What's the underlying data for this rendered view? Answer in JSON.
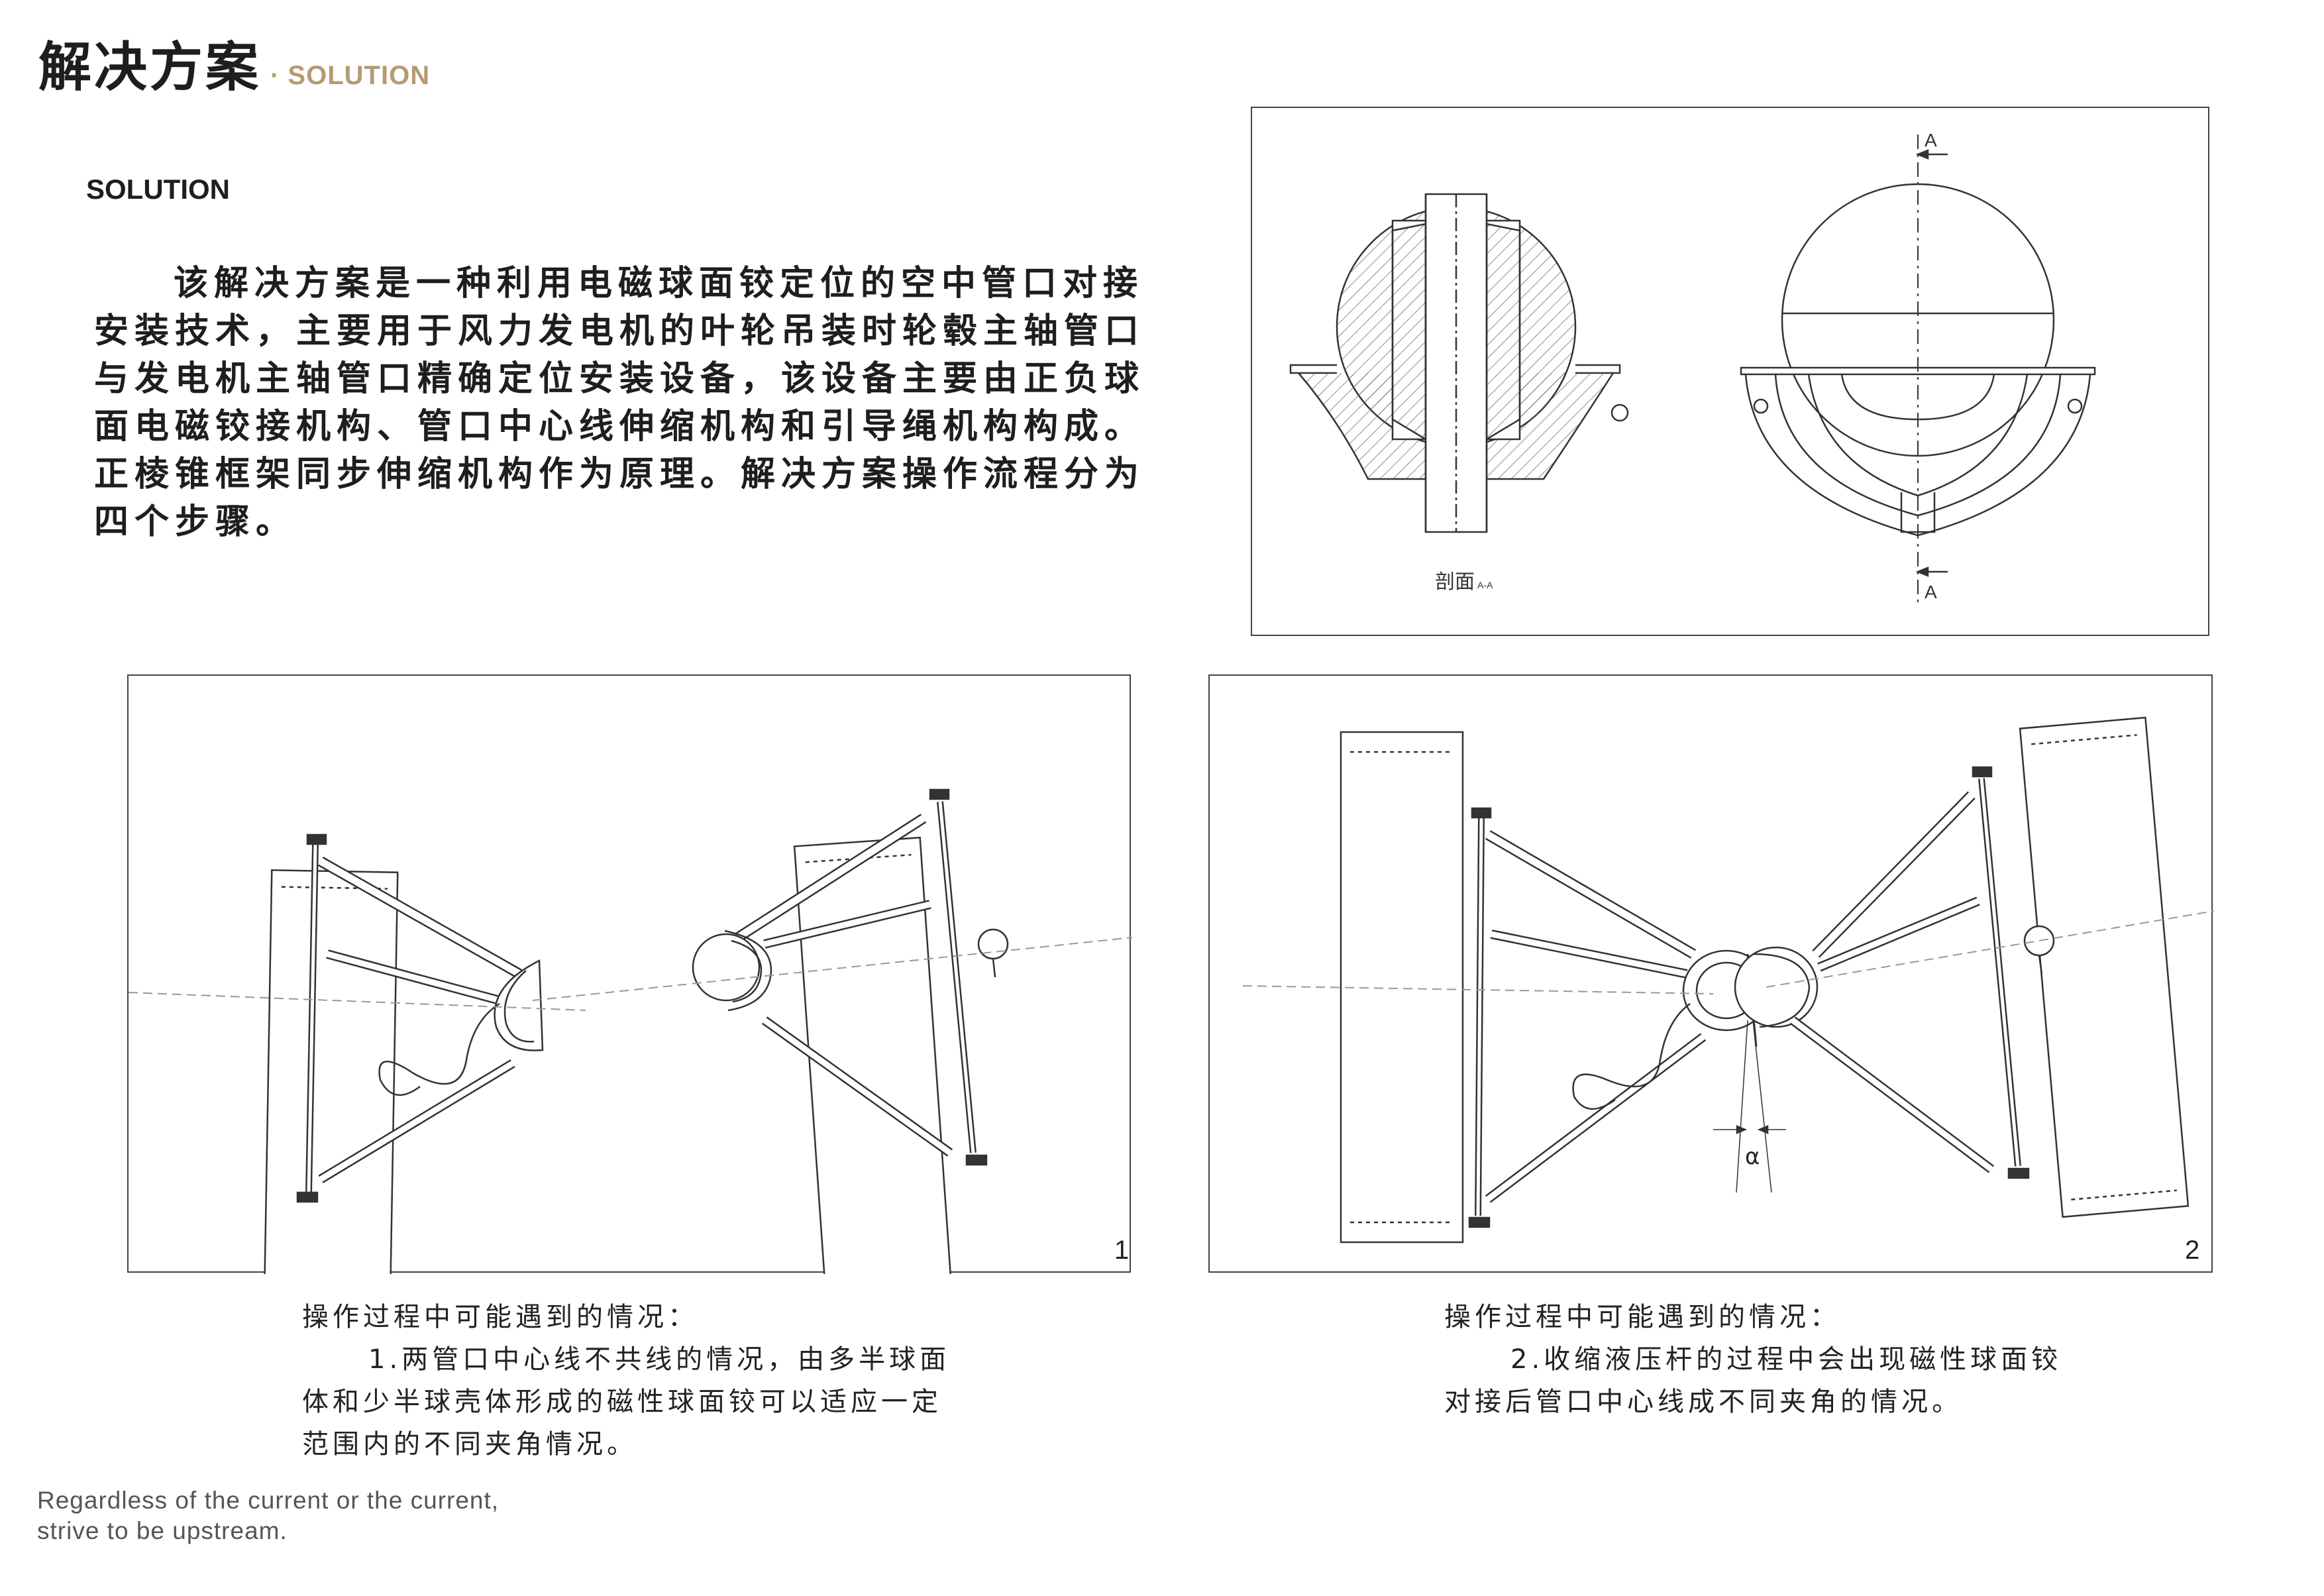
{
  "header": {
    "title": "解决方案",
    "subtitle": "· SOLUTION"
  },
  "section_label": "SOLUTION",
  "intro_lines": [
    "该解决方案是一种利用电磁球面铰定位的空中管口对接",
    "安装技术，主要用于风力发电机的叶轮吊装时轮毂主轴管口",
    "与发电机主轴管口精确定位安装设备，该设备主要由正负球",
    "面电磁铰接机构、管口中心线伸缩机构和引导绳机构构成。",
    "正棱锥框架同步伸缩机构作为原理。解决方案操作流程分为",
    "四个步骤。"
  ],
  "section_drawing": {
    "label": "剖面",
    "label_suffix": "A-A",
    "cut_mark_top": "A",
    "cut_mark_bottom": "A"
  },
  "diagram1": {
    "number": "1",
    "caption_lines": [
      "操作过程中可能遇到的情况：",
      "1.两管口中心线不共线的情况，由多半球面",
      "体和少半球壳体形成的磁性球面铰可以适应一定",
      "范围内的不同夹角情况。"
    ]
  },
  "diagram2": {
    "number": "2",
    "angle_label": "α",
    "caption_lines": [
      "操作过程中可能遇到的情况：",
      "2.收缩液压杆的过程中会出现磁性球面铰",
      "对接后管口中心线成不同夹角的情况。"
    ]
  },
  "footer": {
    "line1": "Regardless of the current or the current,",
    "line2": "strive to be upstream."
  },
  "colors": {
    "accent": "#b59a73",
    "text": "#1e1e1e",
    "line": "#333333"
  }
}
